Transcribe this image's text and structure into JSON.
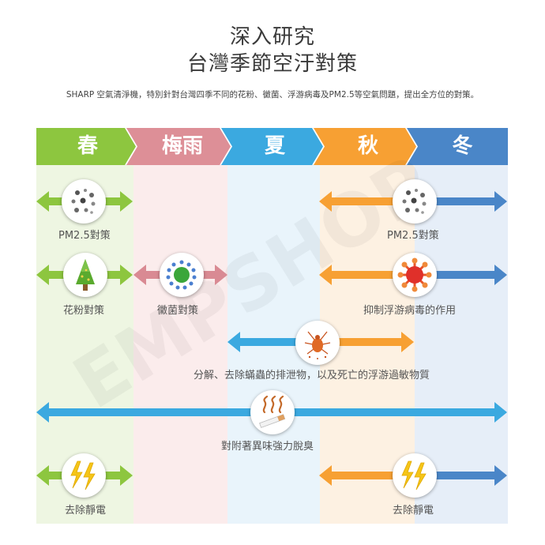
{
  "header": {
    "title_line1": "深入研究",
    "title_line2": "台灣季節空汙對策",
    "subtitle": "SHARP 空氣清淨機，特別針對台灣四季不同的花粉、黴菌、浮游病毒及PM2.5等空氣問題，提出全方位的對策。"
  },
  "seasons": [
    {
      "label": "春",
      "color": "#8dc63f"
    },
    {
      "label": "梅雨",
      "color": "#dd8f97"
    },
    {
      "label": "夏",
      "color": "#3ba9e0"
    },
    {
      "label": "秋",
      "color": "#f7a033"
    },
    {
      "label": "冬",
      "color": "#4a86c8"
    }
  ],
  "features": {
    "pm25_left": "PM2.5對策",
    "pm25_right": "PM2.5對策",
    "pollen": "花粉對策",
    "mold": "黴菌對策",
    "virus": "抑制浮游病毒的作用",
    "mite": "分解、去除蟎蟲的排泄物，以及死亡的浮游過敏物質",
    "odor": "對附著異味強力脫臭",
    "static_left": "去除靜電",
    "static_right": "去除靜電"
  },
  "watermark": "EMPSHOP",
  "icons": [
    "dust-particles-icon",
    "pine-tree-icon",
    "mold-spore-icon",
    "virus-icon",
    "dust-mite-icon",
    "odor-cigarette-icon",
    "lightning-bolt-icon"
  ]
}
